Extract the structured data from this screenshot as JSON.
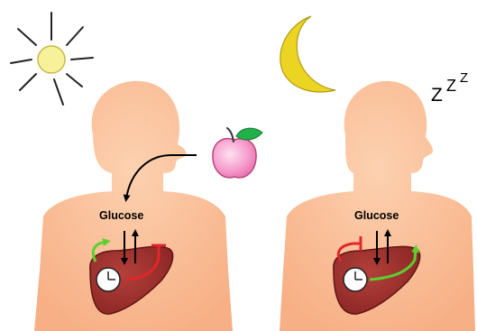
{
  "colors": {
    "background": "#ffffff",
    "skin": "#fbbf98",
    "liver": "#9c302c",
    "liver_stroke": "#5e1614",
    "sun": "#f7f29a",
    "moon": "#ecd423",
    "apple": "#f7a2cf",
    "leaf": "#22b04a",
    "green_arrow": "#5ad12e",
    "red_arrow": "#e2262b",
    "black": "#000000"
  },
  "day": {
    "icon": "sun-icon",
    "food_icon": "apple-icon",
    "glucose_label": "Glucose",
    "clock_icon": "clock-icon"
  },
  "night": {
    "icon": "crescent-moon-icon",
    "sleep_text": "ZZZ",
    "glucose_label": "Glucose",
    "clock_icon": "clock-icon"
  }
}
